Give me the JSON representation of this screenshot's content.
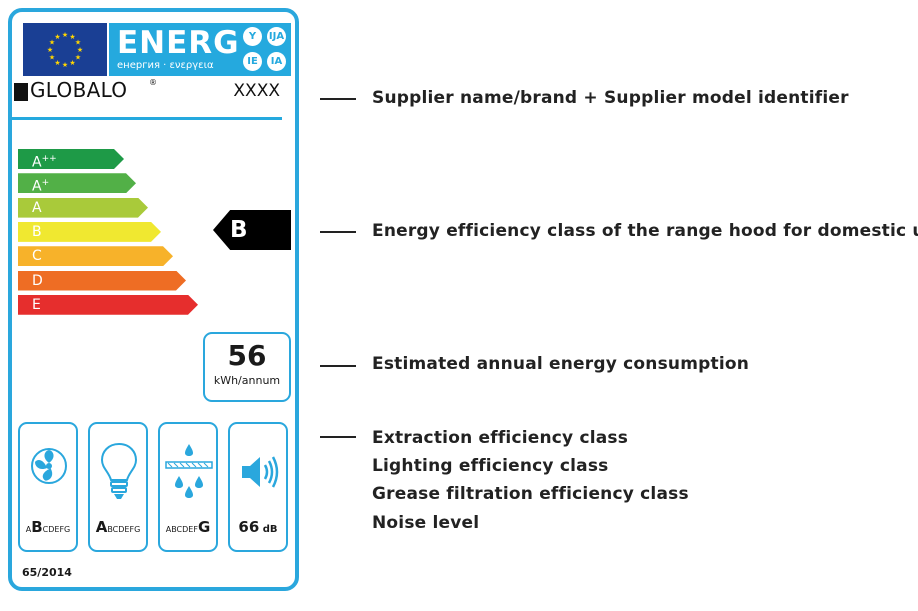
{
  "label": {
    "header": {
      "energy_word": "ENERG",
      "energy_subtitle": "енергия · ενεργεια",
      "lang_codes": [
        "Y",
        "IJA",
        "IE",
        "IA"
      ],
      "eu_color": "#1a3f94",
      "accent_color": "#25a9de"
    },
    "brand": {
      "name": "GLOBALO",
      "registered": "®",
      "model": "XXXX"
    },
    "classes": [
      {
        "label": "A",
        "sup": "++",
        "color": "#1e9a47",
        "width": 106
      },
      {
        "label": "A",
        "sup": "+",
        "color": "#52b047",
        "width": 118
      },
      {
        "label": "A",
        "sup": "",
        "color": "#a9ca3a",
        "width": 130
      },
      {
        "label": "B",
        "sup": "",
        "color": "#f0e830",
        "width": 143
      },
      {
        "label": "C",
        "sup": "",
        "color": "#f7b22a",
        "width": 155
      },
      {
        "label": "D",
        "sup": "",
        "color": "#ee6d24",
        "width": 168
      },
      {
        "label": "E",
        "sup": "",
        "color": "#e62e2d",
        "width": 180
      }
    ],
    "rating": "B",
    "consumption": {
      "value": "56",
      "unit": "kWh/annum"
    },
    "icons": [
      {
        "name": "fan-icon",
        "pre": "A",
        "big": "B",
        "post": "CDEFG"
      },
      {
        "name": "bulb-icon",
        "pre": "",
        "big": "A",
        "post": "BCDEFG"
      },
      {
        "name": "grease-filter-icon",
        "pre": "ABCDEF",
        "big": "G",
        "post": ""
      },
      {
        "name": "speaker-icon",
        "pre": "",
        "big": "66",
        "post": " dB"
      }
    ],
    "regulation": "65/2014"
  },
  "callouts": [
    "Supplier name/brand + Supplier model identifier",
    "Energy efficiency class of the range hood for domestic use",
    "Estimated annual energy consumption",
    "Extraction efficiency class",
    "Lighting efficiency class",
    "Grease filtration efficiency class",
    "Noise level"
  ]
}
